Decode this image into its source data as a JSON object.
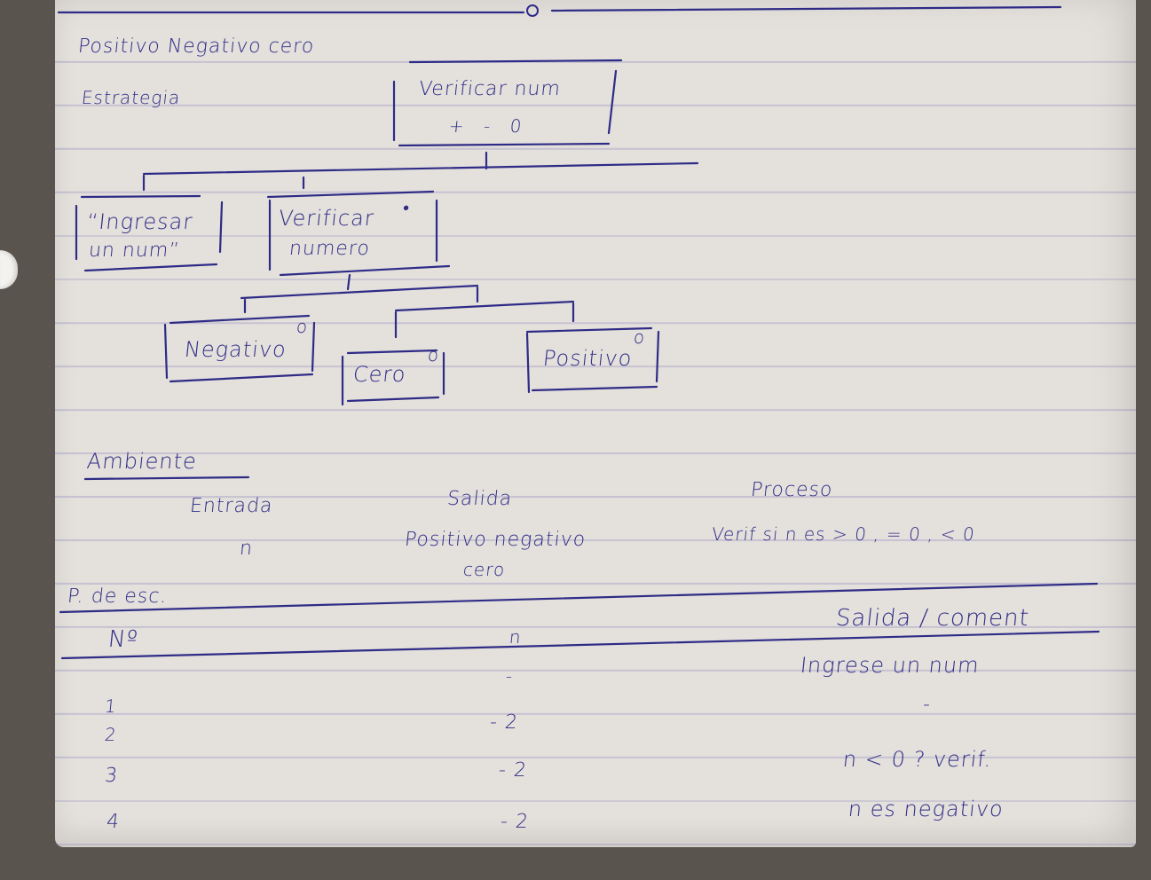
{
  "header": {
    "title": "Positivo Negativo cero",
    "strategy_label": "Estrategia"
  },
  "diagram": {
    "root": {
      "line1": "Verificar num",
      "line2": "+ - 0"
    },
    "child_input": {
      "line1": "“Ingresar",
      "line2": "un num”"
    },
    "child_verify": {
      "line1": "Verificar",
      "line2": "numero",
      "mark": "•"
    },
    "leaf_negative": {
      "label": "Negativo",
      "mark": "o"
    },
    "leaf_zero": {
      "label": "Cero",
      "mark": "o"
    },
    "leaf_positive": {
      "label": "Positivo",
      "mark": "o"
    }
  },
  "environment": {
    "heading": "Ambiente",
    "columns": [
      "Entrada",
      "Salida",
      "Proceso"
    ],
    "input_value": "n",
    "output_value_line1": "Positivo negativo",
    "output_value_line2": "cero",
    "process_value": "Verif si n es > 0 , = 0 , < 0"
  },
  "test_table": {
    "title": "P. de esc.",
    "headers": [
      "Nº",
      "n",
      "Salida / coment"
    ],
    "rows": [
      {
        "num": "1",
        "n": "-",
        "comment": "Ingrese un num"
      },
      {
        "num": "2",
        "n": "- 2",
        "comment": "-"
      },
      {
        "num": "3",
        "n": "- 2",
        "comment": "n < 0 ?   verif."
      },
      {
        "num": "4",
        "n": "- 2",
        "comment": "n es negativo"
      }
    ]
  },
  "colors": {
    "ink": "#2e2c86",
    "paper": "#e4e0dc",
    "rule_line": "#c7c3d2",
    "background": "#5a544e"
  }
}
